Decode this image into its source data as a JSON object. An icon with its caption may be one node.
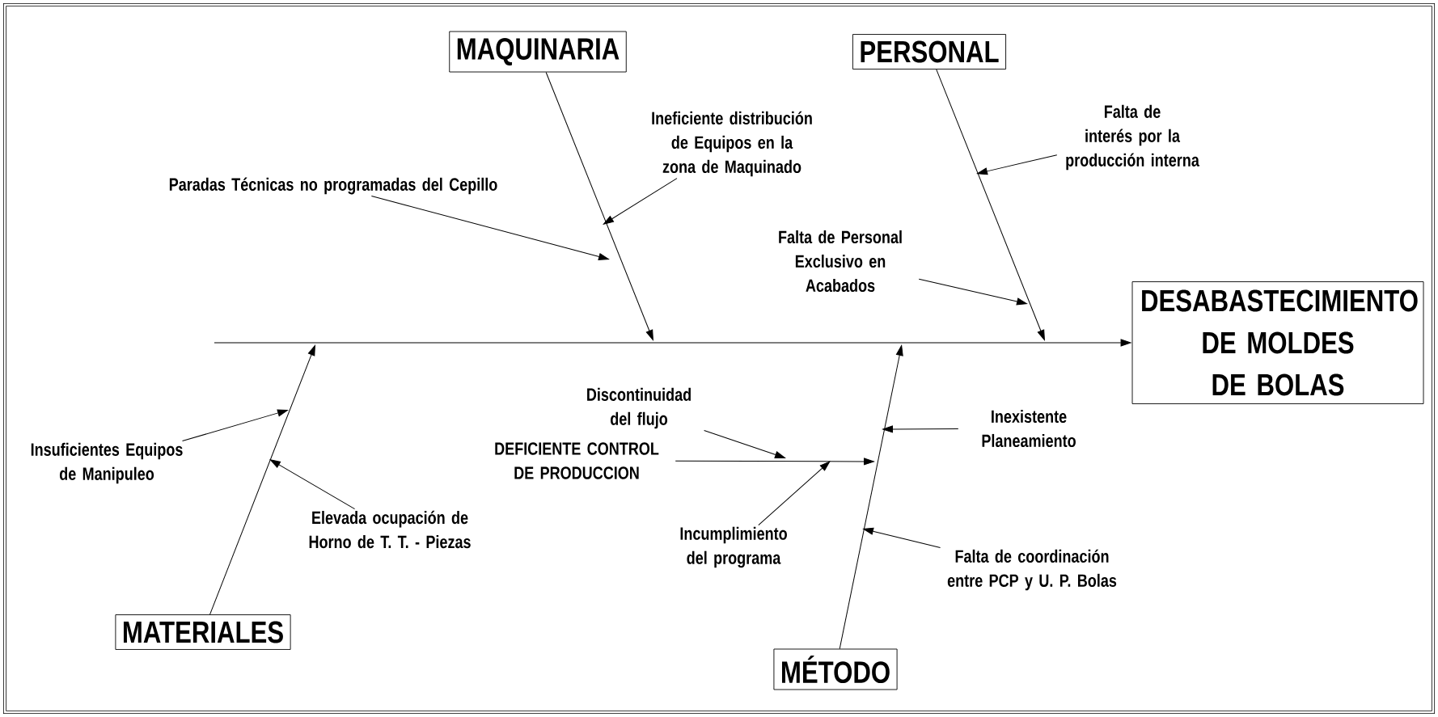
{
  "diagram": {
    "nodes": [
      {
        "text": [
          "MAQUINARIA"
        ]
      },
      {
        "text": [
          "PERSONAL"
        ]
      },
      {
        "text": [
          "DESABASTECIMIENTO DE MOLDES DE BOLAS"
        ]
      },
      {
        "text": [
          "MATERIALES"
        ]
      },
      {
        "text": [
          "MÉTODO"
        ]
      },
      {
        "text": [
          "DEFICIENTE CONTROL DE PRODUCCION"
        ]
      },
      {
        "text": [
          "Paradas Técnicas no programadas del Cepillo"
        ]
      },
      {
        "text": [
          "Ineficiente distribución de Equipos en la zona de Maquinado"
        ]
      },
      {
        "text": [
          "Falta de interés por la producción interna"
        ]
      },
      {
        "text": [
          "Falta de Personal Exclusivo en Acabados"
        ]
      },
      {
        "text": [
          "Insuficientes Equipos de Manipuleo"
        ]
      },
      {
        "text": [
          "Elevada ocupación de Horno de T. T. - Piezas"
        ]
      },
      {
        "text": [
          "Discontinuidad del flujo"
        ]
      },
      {
        "text": [
          "Incumplimiento del programa"
        ]
      },
      {
        "text": [
          "Inexistente Planeamiento"
        ]
      },
      {
        "text": [
          "Falta de coordinación entre PCP y U. P. Bolas"
        ]
      }
    ],
    "edges": [
      {
        "from": null,
        "to": 2,
        "arrow": "to"
      },
      {
        "from": 0,
        "to": null,
        "arrow": "to"
      },
      {
        "from": 1,
        "to": null,
        "arrow": "to"
      },
      {
        "from": 3,
        "to": null,
        "arrow": "to"
      },
      {
        "from": 4,
        "to": null,
        "arrow": "to"
      },
      {
        "from": 5,
        "to": null,
        "arrow": "to"
      },
      {
        "from": 6,
        "to": null,
        "arrow": "to"
      },
      {
        "from": 7,
        "to": null,
        "arrow": "to"
      },
      {
        "from": 8,
        "to": null,
        "arrow": "to"
      },
      {
        "from": 9,
        "to": null,
        "arrow": "to"
      },
      {
        "from": 10,
        "to": null,
        "arrow": "to"
      },
      {
        "from": 11,
        "to": null,
        "arrow": "to"
      },
      {
        "from": 12,
        "to": null,
        "arrow": "to"
      },
      {
        "from": 13,
        "to": null,
        "arrow": "to"
      },
      {
        "from": 14,
        "to": null,
        "arrow": "to"
      },
      {
        "from": 15,
        "to": null,
        "arrow": "to"
      }
    ]
  }
}
